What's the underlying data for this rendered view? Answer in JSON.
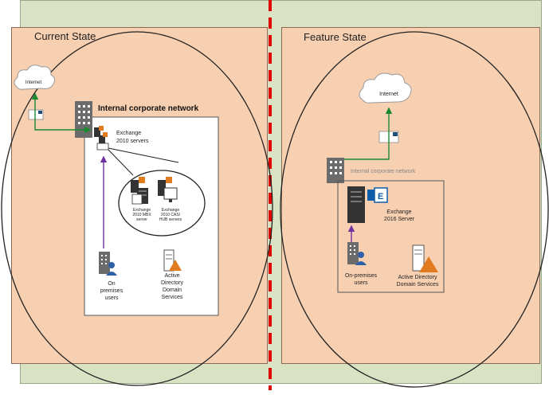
{
  "colors": {
    "outer_bg": "#d9e3c4",
    "panel_bg": "#f7cfb1",
    "divider": "#e00000",
    "arrow_green": "#1a8a2e",
    "arrow_purple": "#7030a0",
    "server_gray": "#595959",
    "ad_orange": "#e07b1f",
    "exchange_blue": "#0f5da8"
  },
  "left": {
    "title": "Current State",
    "internet_label": "Internet",
    "network_label": "Internal corporate network",
    "exchange_label": "Exchange\n2010 servers",
    "mbx_label": "Exchange\n2010 MBX\nserver",
    "cas_label": "Exchange\n2010 CAS/\nHUB servers",
    "users_label": "On\npremises\nusers",
    "ad_label": "Active\nDirectory\nDomain\nServices"
  },
  "right": {
    "title": "Feature State",
    "internet_label": "Internet",
    "network_label": "Internal corporate network",
    "exchange_label": "Exchange\n2016 Server",
    "users_label": "On-premises\nusers",
    "ad_label": "Active Directory\nDomain Services"
  }
}
